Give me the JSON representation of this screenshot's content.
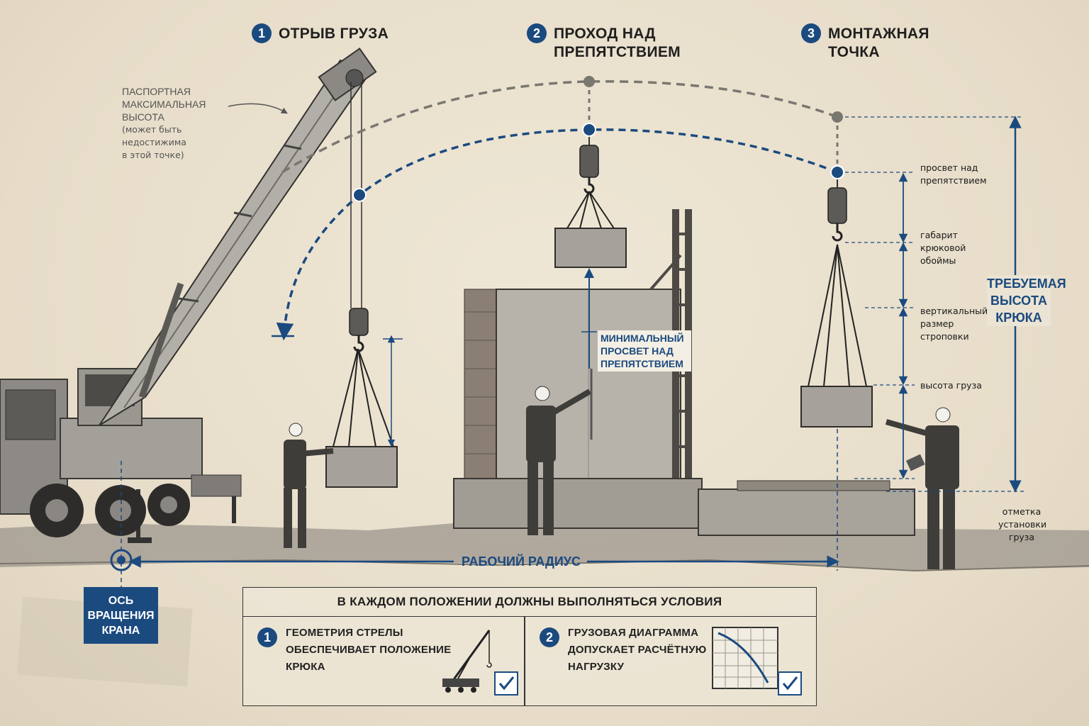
{
  "steps": [
    {
      "num": "1",
      "title_lines": [
        "ОТРЫВ ГРУЗА"
      ]
    },
    {
      "num": "2",
      "title_lines": [
        "ПРОХОД НАД",
        "ПРЕПЯТСТВИЕМ"
      ]
    },
    {
      "num": "3",
      "title_lines": [
        "МОНТАЖНАЯ",
        "ТОЧКА"
      ]
    }
  ],
  "passport_height": {
    "title_lines": [
      "ПАСПОРТНАЯ",
      "МАКСИМАЛЬНАЯ",
      "ВЫСОТА"
    ],
    "note_lines": [
      "(может быть недостижима",
      "в этой точке)"
    ]
  },
  "min_clearance": "МИНИМАЛЬНЫЙ ПРОСВЕТ НАД ПРЕПЯТСТВИЕМ",
  "dimension_labels": {
    "clearance": [
      "просвет над",
      "препятствием"
    ],
    "hook_block": [
      "габарит",
      "крюковой",
      "обоймы"
    ],
    "rigging": [
      "вертикальный",
      "размер",
      "строповки"
    ],
    "load_height": [
      "высота груза"
    ],
    "install_mark": [
      "отметка",
      "установки",
      "груза"
    ]
  },
  "required_hook_height": [
    "ТРЕБУЕМАЯ",
    "ВЫСОТА",
    "КРЮКА"
  ],
  "working_radius": "РАБОЧИЙ РАДИУС",
  "rotation_axis": [
    "ОСЬ",
    "ВРАЩЕНИЯ",
    "КРАНА"
  ],
  "conditions": {
    "title": "В КАЖДОМ ПОЛОЖЕНИИ ДОЛЖНЫ ВЫПОЛНЯТЬСЯ УСЛОВИЯ",
    "items": [
      {
        "num": "1",
        "lines": [
          "ГЕОМЕТРИЯ СТРЕЛЫ",
          "ОБЕСПЕЧИВАЕТ ПОЛОЖЕНИЕ",
          "КРЮКА"
        ],
        "icon": "crane-icon"
      },
      {
        "num": "2",
        "lines": [
          "ГРУЗОВАЯ ДИАГРАММА",
          "ДОПУСКАЕТ РАСЧЁТНУЮ",
          "НАГРУЗКУ"
        ],
        "icon": "load-chart-icon"
      }
    ]
  },
  "colors": {
    "accent": "#1b4a7f",
    "dashed_grey": "#7a7670",
    "paper": "#e9e0cf"
  }
}
